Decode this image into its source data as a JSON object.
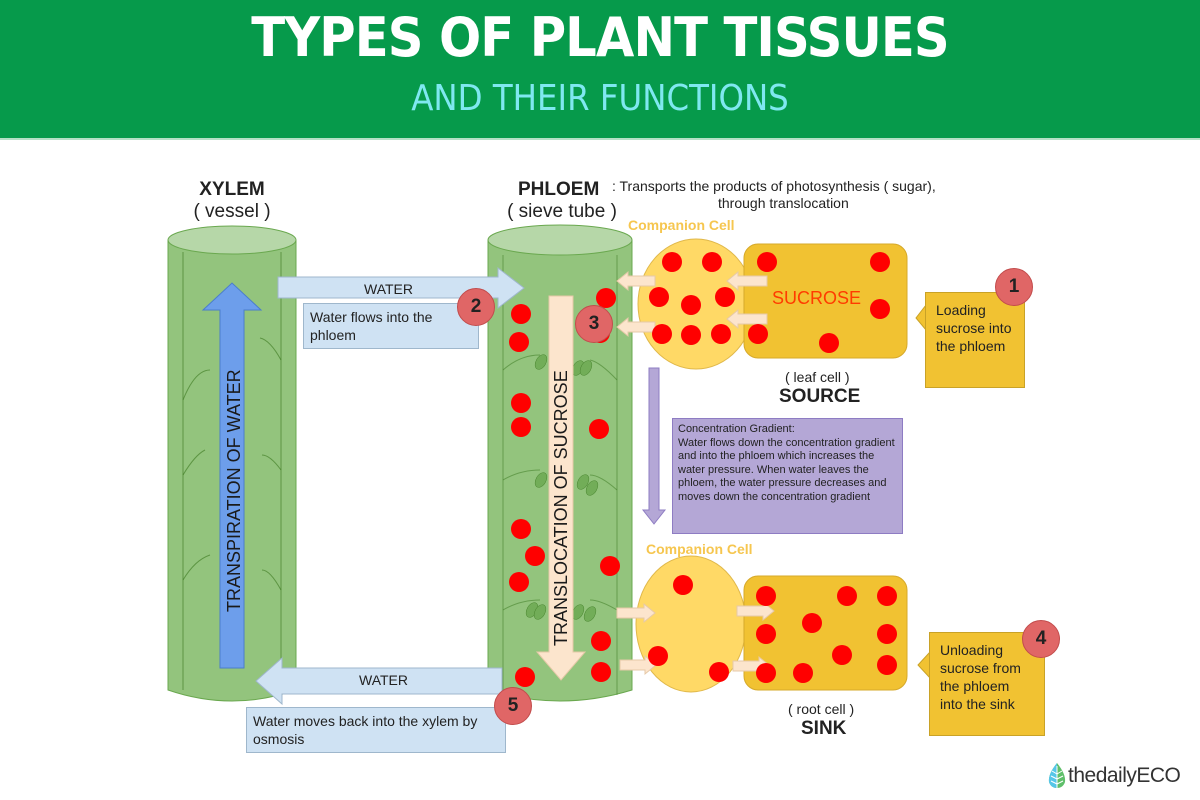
{
  "header": {
    "title": "TYPES OF PLANT TISSUES",
    "subtitle": "AND THEIR FUNCTIONS"
  },
  "colors": {
    "header_bg": "#069a4b",
    "subtitle": "#7fe8f0",
    "tissue_green": "#93c47d",
    "cell_gold": "#f1c232",
    "companion_yellow": "#ffd966",
    "sucrose_dot": "#ff0000",
    "number_badge": "#e06666",
    "water_arrow": "#cfe2f3",
    "transpiration_arrow": "#6d9eeb",
    "gradient_box": "#b4a7d6"
  },
  "xylem": {
    "title": "XYLEM",
    "subtitle": "( vessel )",
    "arrow_label": "TRANSPIRATION OF WATER"
  },
  "phloem": {
    "title": "PHLOEM",
    "subtitle": "( sieve tube )",
    "description_line1": ": Transports the products of photosynthesis ( sugar),",
    "description_line2": "through translocation",
    "arrow_label": "TRANSLOCATION OF SUCROSE"
  },
  "water_top": {
    "arrow_label": "WATER",
    "note": "Water flows into the phloem"
  },
  "water_bottom": {
    "arrow_label": "WATER",
    "note": "Water moves back into the xylem by osmosis"
  },
  "source": {
    "companion_label": "Companion Cell",
    "cell_label": "SUCROSE",
    "caption": "( leaf cell )",
    "title": "SOURCE"
  },
  "sink": {
    "companion_label": "Companion Cell",
    "caption": "( root cell )",
    "title": "SINK"
  },
  "gradient_box": {
    "title": "Concentration Gradient:",
    "text": "Water flows down the concentration gradient and into the phloem which increases the water pressure. When water leaves the phloem, the water pressure decreases and moves down the concentration gradient"
  },
  "steps": [
    {
      "number": "1",
      "text": "Loading sucrose into the phloem"
    },
    {
      "number": "2",
      "text": ""
    },
    {
      "number": "3",
      "text": ""
    },
    {
      "number": "4",
      "text": "Unloading sucrose from the phloem into the sink"
    },
    {
      "number": "5",
      "text": ""
    }
  ],
  "logo": {
    "text": "thedailyECO"
  }
}
